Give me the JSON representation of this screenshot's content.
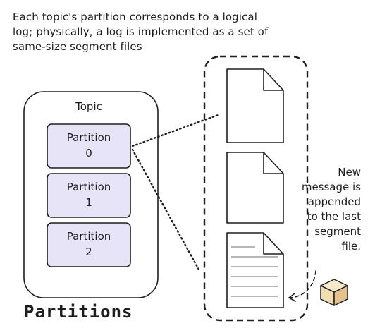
{
  "caption": {
    "lines": [
      "Each topic's partition corresponds to a logical",
      "log; physically, a log is implemented as a set of",
      "same-size segment files"
    ]
  },
  "topic": {
    "label": "Topic",
    "partitions": [
      {
        "line1": "Partition",
        "line2": "0"
      },
      {
        "line1": "Partition",
        "line2": "1"
      },
      {
        "line1": "Partition",
        "line2": "2"
      }
    ]
  },
  "note": {
    "lines": [
      "New",
      "message is",
      "appended",
      "to the last",
      "segment",
      "file."
    ]
  },
  "title": "Partitions",
  "colors": {
    "stroke": "#1e1e1e",
    "partition_fill": "#e8e4f8",
    "box_fill": "#ffffff",
    "cube_fill": "#f2dcb4",
    "cube_top": "#f7e9cc",
    "cube_side": "#e3c28f"
  },
  "icons": {
    "segment_file": "document-icon",
    "message": "cube-icon"
  }
}
